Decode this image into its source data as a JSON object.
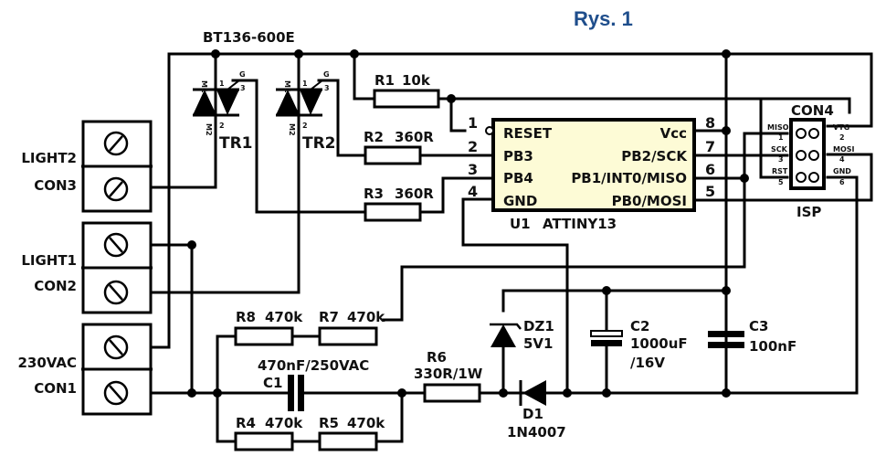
{
  "figure": {
    "title": "Rys. 1",
    "title_color": "#1f4e8c",
    "ic_fill_color": "#fdfbd6"
  },
  "triacs": {
    "part_number": "BT136-600E",
    "items": [
      {
        "ref": "TR1",
        "pins": {
          "m1": "M1",
          "m1_num": "1",
          "m2": "M2",
          "m2_num": "2",
          "gate": "G",
          "gate_num": "3"
        }
      },
      {
        "ref": "TR2",
        "pins": {
          "m1": "M1",
          "m1_num": "1",
          "m2": "M2",
          "m2_num": "2",
          "gate": "G",
          "gate_num": "3"
        }
      }
    ]
  },
  "resistors": [
    {
      "ref": "R1",
      "value": "10k"
    },
    {
      "ref": "R2",
      "value": "360R"
    },
    {
      "ref": "R3",
      "value": "360R"
    },
    {
      "ref": "R4",
      "value": "470k"
    },
    {
      "ref": "R5",
      "value": "470k"
    },
    {
      "ref": "R6",
      "value": "330R/1W"
    },
    {
      "ref": "R7",
      "value": "470k"
    },
    {
      "ref": "R8",
      "value": "470k"
    }
  ],
  "capacitors": [
    {
      "ref": "C1",
      "value": "470nF/250VAC"
    },
    {
      "ref": "C2",
      "value": "1000uF",
      "rating": "/16V"
    },
    {
      "ref": "C3",
      "value": "100nF"
    }
  ],
  "diodes": [
    {
      "ref": "DZ1",
      "value": "5V1"
    },
    {
      "ref": "D1",
      "value": "1N4007"
    }
  ],
  "ic": {
    "ref": "U1",
    "part": "ATTINY13",
    "left_pins": [
      {
        "num": "1",
        "name": "RESET"
      },
      {
        "num": "2",
        "name": "PB3"
      },
      {
        "num": "3",
        "name": "PB4"
      },
      {
        "num": "4",
        "name": "GND"
      }
    ],
    "right_pins": [
      {
        "num": "8",
        "name": "Vcc"
      },
      {
        "num": "7",
        "name": "PB2/SCK"
      },
      {
        "num": "6",
        "name": "PB1/INT0/MISO"
      },
      {
        "num": "5",
        "name": "PB0/MOSI"
      }
    ]
  },
  "isp": {
    "ref": "CON4",
    "label": "ISP",
    "left_pins": [
      {
        "name": "MISO",
        "num": "1"
      },
      {
        "name": "SCK",
        "num": "3"
      },
      {
        "name": "RST",
        "num": "5"
      }
    ],
    "right_pins": [
      {
        "name": "VTG",
        "num": "2"
      },
      {
        "name": "MOSI",
        "num": "4"
      },
      {
        "name": "GND",
        "num": "6"
      }
    ]
  },
  "connectors": [
    {
      "name": "LIGHT2",
      "ref": "CON3"
    },
    {
      "name": "LIGHT1",
      "ref": "CON2"
    },
    {
      "name": "230VAC",
      "ref": "CON1"
    }
  ]
}
